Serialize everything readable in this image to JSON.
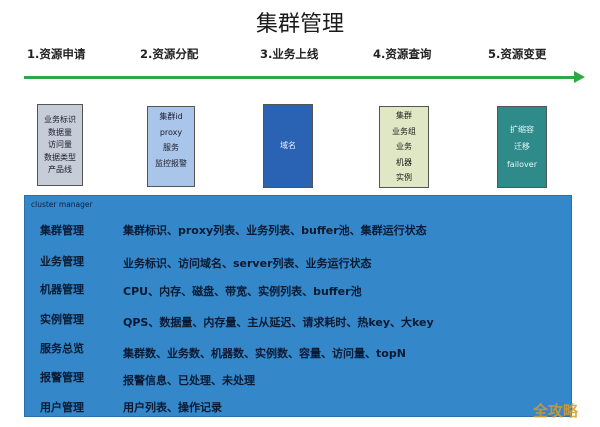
{
  "title": "集群管理",
  "steps": [
    {
      "label": "1.资源申请"
    },
    {
      "label": "2.资源分配"
    },
    {
      "label": "3.业务上线"
    },
    {
      "label": "4.资源查询"
    },
    {
      "label": "5.资源变更"
    }
  ],
  "boxes": [
    {
      "lines": [
        "业务标识",
        "数据量",
        "访问量",
        "数据类型",
        "产品线"
      ],
      "color": "#c7cdd8"
    },
    {
      "lines": [
        "集群id",
        "proxy",
        "服务",
        "监控报警"
      ],
      "color": "#a9c6ea"
    },
    {
      "lines": [
        "域名"
      ],
      "color": "#2a63b4"
    },
    {
      "lines": [
        "集群",
        "业务组",
        "业务",
        "机器",
        "实例"
      ],
      "color": "#dfe7c4"
    },
    {
      "lines": [
        "扩缩容",
        "迁移",
        "failover"
      ],
      "color": "#2f8a8a"
    }
  ],
  "panel": {
    "title": "cluster manager",
    "color": "#3487c8",
    "rows": [
      {
        "label": "集群管理",
        "desc": "集群标识、proxy列表、业务列表、buffer池、集群运行状态"
      },
      {
        "label": "业务管理",
        "desc": "业务标识、访问域名、server列表、业务运行状态"
      },
      {
        "label": "机器管理",
        "desc": "CPU、内存、磁盘、带宽、实例列表、buffer池"
      },
      {
        "label": "实例管理",
        "desc": "QPS、数据量、内存量、主从延迟、请求耗时、热key、大key"
      },
      {
        "label": "服务总览",
        "desc": "集群数、业务数、机器数、实例数、容量、访问量、topN"
      },
      {
        "label": "报警管理",
        "desc": "报警信息、已处理、未处理"
      },
      {
        "label": "用户管理",
        "desc": "用户列表、操作记录"
      }
    ]
  },
  "arrow_color": "#2fa84a",
  "watermark": "全攻略"
}
